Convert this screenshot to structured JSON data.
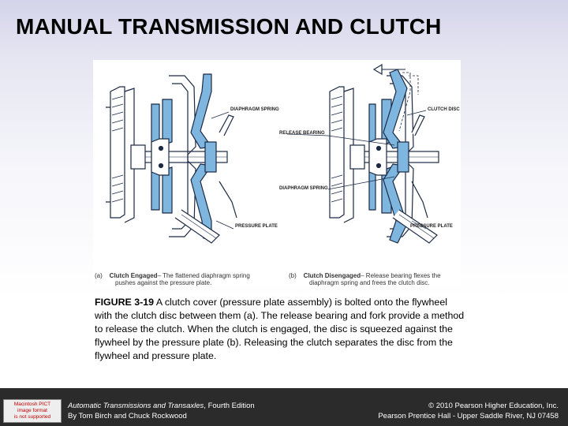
{
  "slide": {
    "title": "MANUAL TRANSMISSION AND CLUTCH"
  },
  "figure": {
    "callouts": {
      "diaphragm_spring_top": "DIAPHRAGM SPRING",
      "release_bearing": "RELEASE BEARING",
      "clutch_disc": "CLUTCH DISC",
      "diaphragm_spring_bottom": "DIAPHRAGM SPRING",
      "pressure_plate_left": "PRESSURE PLATE",
      "pressure_plate_right": "PRESSURE PLATE"
    },
    "sub_a": {
      "letter": "(a)",
      "heading": "Clutch Engaged",
      "line1": "– The flattened diaphragm spring",
      "line2": "pushes against the pressure plate."
    },
    "sub_b": {
      "letter": "(b)",
      "heading": "Clutch Disengaged",
      "line1": "– Release bearing flexes the",
      "line2": "diaphragm spring and frees the clutch disc."
    }
  },
  "caption": {
    "label": "FIGURE 3-19",
    "text": " A clutch cover (pressure plate assembly) is bolted onto the flywheel with the clutch disc between them (a). The release bearing and fork provide a method to release the clutch. When the clutch is engaged, the disc is squeezed against the flywheel by the pressure plate (b). Releasing the clutch separates the disc from the flywheel and pressure plate."
  },
  "footer": {
    "badge_line1": "Macintosh PICT",
    "badge_line2": "image format",
    "badge_line3": "is not supported",
    "book_title": "Automatic Transmissions and Transaxles",
    "edition": ", Fourth Edition",
    "authors": "By Tom Birch and Chuck Rockwood",
    "copyright": "© 2010 Pearson Higher Education, Inc.",
    "publisher": "Pearson Prentice Hall - Upper Saddle River, NJ 07458"
  },
  "colors": {
    "diagram_blue": "#7fb6e0",
    "diagram_ink": "#1c2a44",
    "footer_bg": "#2b2b2b"
  }
}
